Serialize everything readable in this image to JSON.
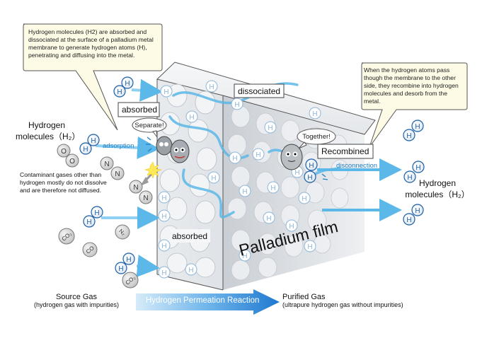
{
  "callouts": {
    "left": "Hydrogen molecules (H2) are absorbed and dissociated at the surface of a palladium metal membrane to generate hydrogen atoms (H), penetrating and diffusing into the metal.",
    "right": "When the hydrogen atoms pass though the membrane to the other side, they recombine into hydrogen molecules and desorb from the metal."
  },
  "labels": {
    "absorbed_top": "absorbed",
    "absorbed_bottom": "absorbed",
    "dissociated": "dissociated",
    "recombined": "Recombined",
    "hydrogen_molecules_left_line1": "Hydrogen",
    "hydrogen_molecules_left_line2": "molecules（H₂）",
    "hydrogen_molecules_right_line1": "Hydrogen",
    "hydrogen_molecules_right_line2": "molecules（H₂）",
    "adsorption": "adsorption",
    "disconnection": "disconnection",
    "contaminant": "Contaminant gases other than hydrogen mostly do not dissolve and are therefore not diffused.",
    "palladium_film": "Palladium film",
    "separate": "Separate!",
    "together": "Together!"
  },
  "bottom": {
    "source_gas": "Source Gas",
    "source_gas_sub": "(hydrogen gas with impurities)",
    "reaction": "Hydrogen Permeation Reaction",
    "purified_gas": "Purified Gas",
    "purified_gas_sub": "(ultrapure hydrogen gas without impurities)"
  },
  "atoms": {
    "hydrogen": "H",
    "nitrogen": "N",
    "oxygen": "O",
    "carbon_dioxide": "CO₂",
    "nitrogen_molecule": "N₂",
    "carbon_monoxide": "CO"
  },
  "colors": {
    "arrow_blue": "#5bb8e8",
    "hydrogen_blue": "#1a5fa8",
    "film_gray": "#d9dde2",
    "callout_fill": "#fdfbe6",
    "reaction_arrow": "#3d8fd6",
    "label_blue": "#1f7fc4"
  }
}
